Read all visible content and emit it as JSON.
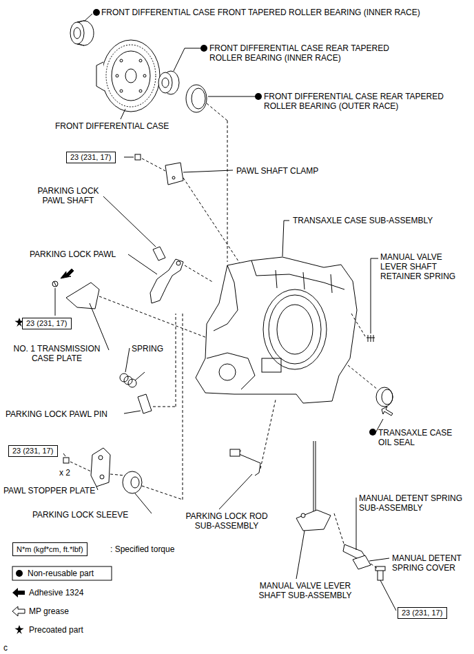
{
  "diagram": {
    "nodes": [
      {
        "text": [
          "23 (231, 17)"
        ]
      },
      {
        "text": [
          "23 (231, 17)"
        ]
      },
      {
        "text": [
          "23 (231, 17)"
        ]
      },
      {
        "text": [
          "23 (231, 17)"
        ]
      },
      {
        "text": [
          "N*m (kgf*cm, ft.*lbf)"
        ]
      }
    ],
    "labels": [
      "FRONT DIFFERENTIAL CASE FRONT TAPERED ROLLER BEARING (INNER RACE)",
      "FRONT DIFFERENTIAL CASE REAR TAPERED ROLLER BEARING (INNER RACE)",
      "FRONT DIFFERENTIAL CASE REAR TAPERED ROLLER BEARING (OUTER RACE)",
      "FRONT DIFFERENTIAL CASE",
      "PAWL SHAFT CLAMP",
      "PARKING LOCK PAWL SHAFT",
      "TRANSAXLE CASE SUB-ASSEMBLY",
      "PARKING LOCK PAWL",
      "MANUAL VALVE LEVER SHAFT RETAINER SPRING",
      "NO. 1 TRANSMISSION CASE PLATE",
      "SPRING",
      "PARKING LOCK PAWL PIN",
      "TRANSAXLE CASE OIL SEAL",
      "x 2",
      "PAWL STOPPER PLATE",
      "PARKING LOCK SLEEVE",
      "PARKING LOCK ROD SUB-ASSEMBLY",
      "MANUAL DETENT SPRING SUB-ASSEMBLY",
      "MANUAL DETENT SPRING COVER",
      "MANUAL VALVE LEVER SHAFT SUB-ASSEMBLY",
      "c"
    ],
    "legend": [
      {
        "text": ": Specified torque"
      },
      {
        "text": "Non-reusable part"
      },
      {
        "text": "Adhesive 1324"
      },
      {
        "text": "MP grease"
      },
      {
        "text": "Precoated part"
      }
    ]
  }
}
